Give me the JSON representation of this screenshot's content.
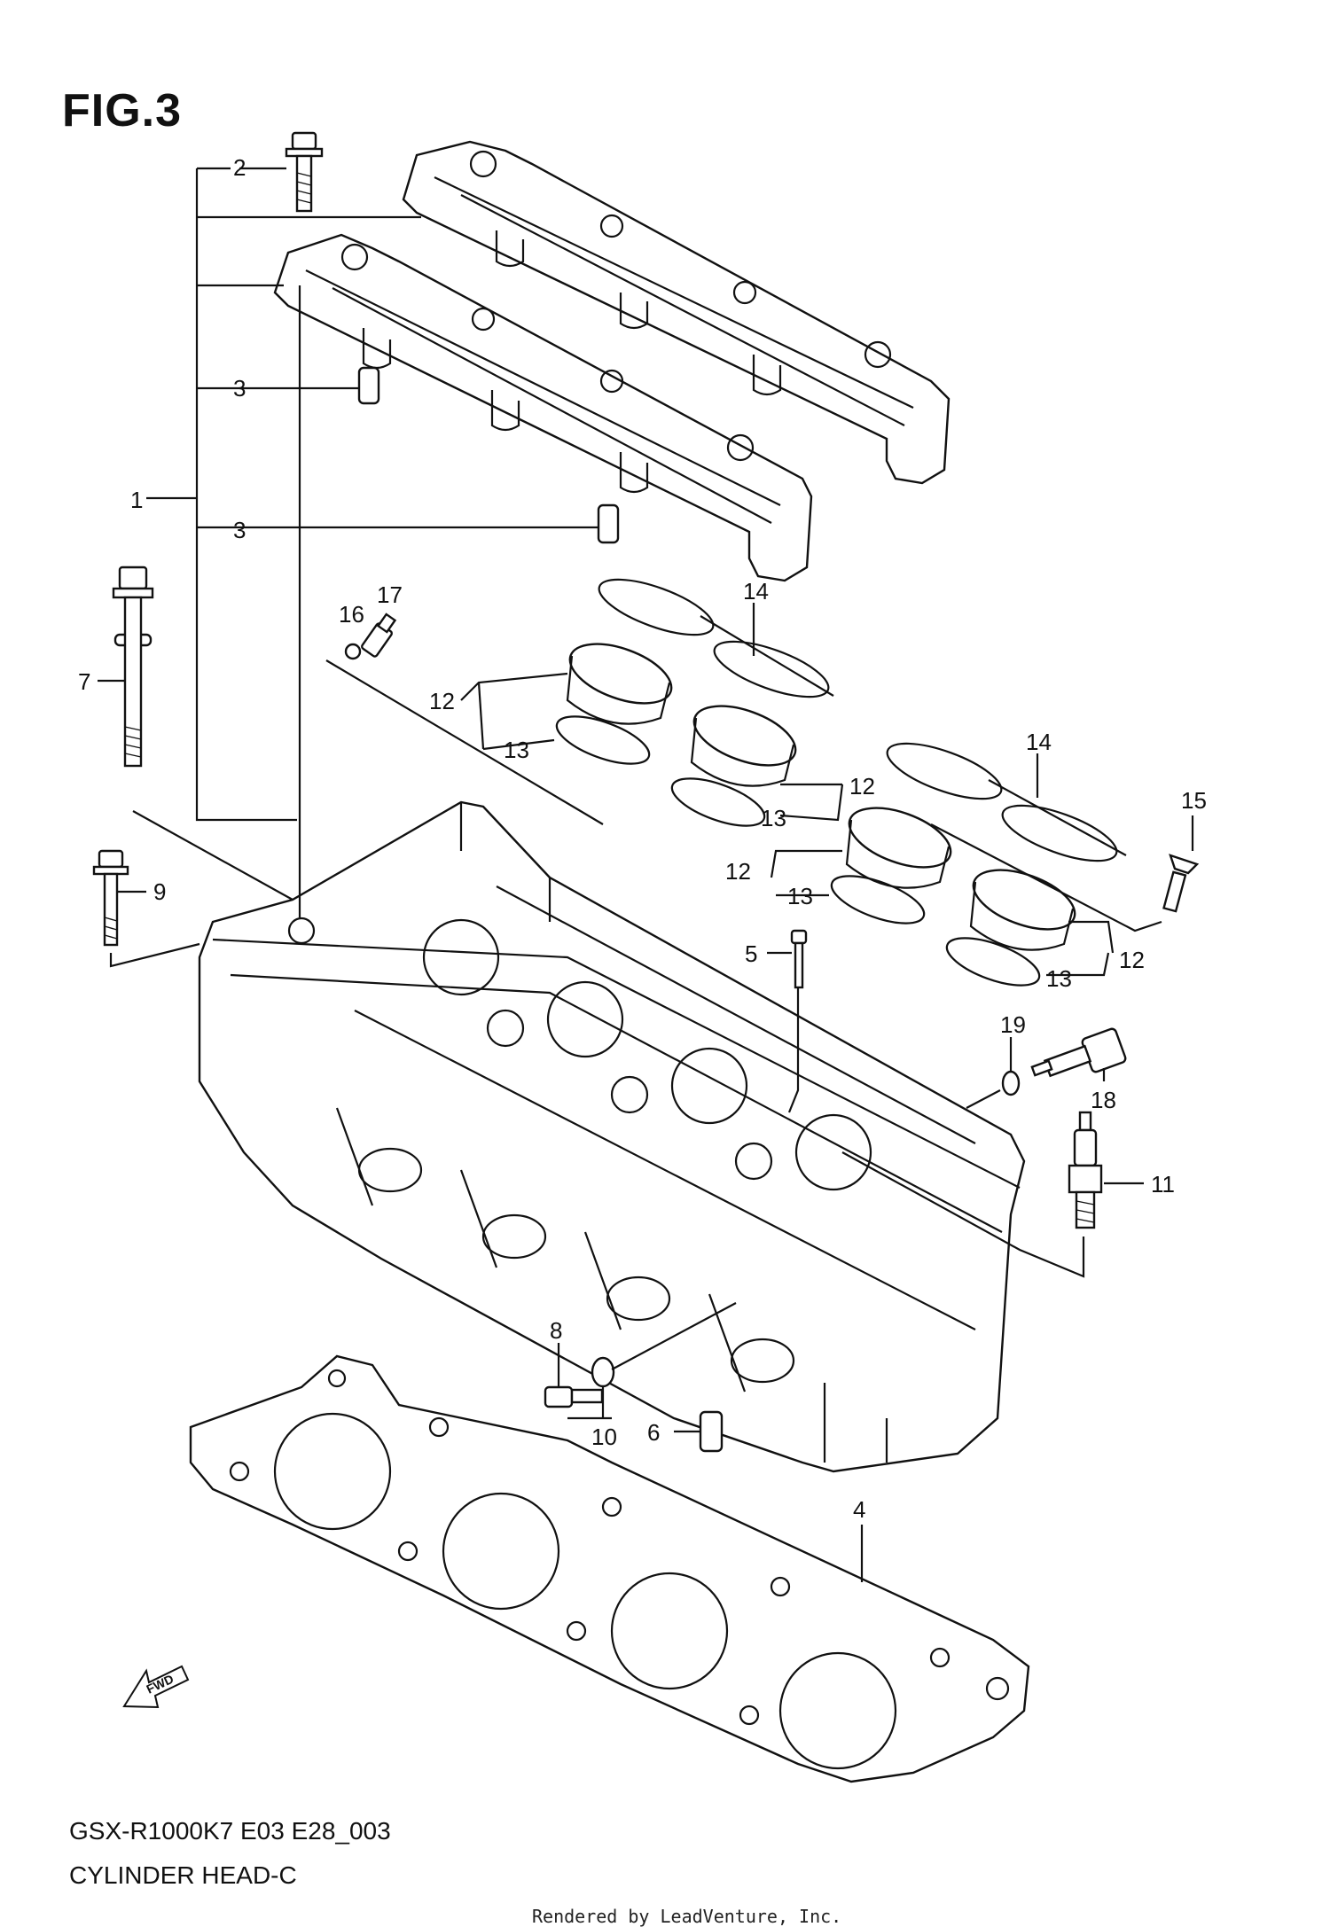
{
  "figure": {
    "title": "FIG.3",
    "model_code": "GSX-R1000K7 E03 E28_003",
    "part_name": "CYLINDER HEAD-C",
    "credit": "Rendered by LeadVenture, Inc.",
    "fwd_label": "FWD"
  },
  "callouts": [
    {
      "id": "c1",
      "text": "1"
    },
    {
      "id": "c2",
      "text": "2"
    },
    {
      "id": "c3a",
      "text": "3"
    },
    {
      "id": "c3b",
      "text": "3"
    },
    {
      "id": "c4",
      "text": "4"
    },
    {
      "id": "c5",
      "text": "5"
    },
    {
      "id": "c6",
      "text": "6"
    },
    {
      "id": "c7",
      "text": "7"
    },
    {
      "id": "c8",
      "text": "8"
    },
    {
      "id": "c9",
      "text": "9"
    },
    {
      "id": "c10",
      "text": "10"
    },
    {
      "id": "c11",
      "text": "11"
    },
    {
      "id": "c12a",
      "text": "12"
    },
    {
      "id": "c12b",
      "text": "12"
    },
    {
      "id": "c12c",
      "text": "12"
    },
    {
      "id": "c12d",
      "text": "12"
    },
    {
      "id": "c13a",
      "text": "13"
    },
    {
      "id": "c13b",
      "text": "13"
    },
    {
      "id": "c13c",
      "text": "13"
    },
    {
      "id": "c13d",
      "text": "13"
    },
    {
      "id": "c14a",
      "text": "14"
    },
    {
      "id": "c14b",
      "text": "14"
    },
    {
      "id": "c15",
      "text": "15"
    },
    {
      "id": "c16",
      "text": "16"
    },
    {
      "id": "c17",
      "text": "17"
    },
    {
      "id": "c18",
      "text": "18"
    },
    {
      "id": "c19",
      "text": "19"
    }
  ]
}
